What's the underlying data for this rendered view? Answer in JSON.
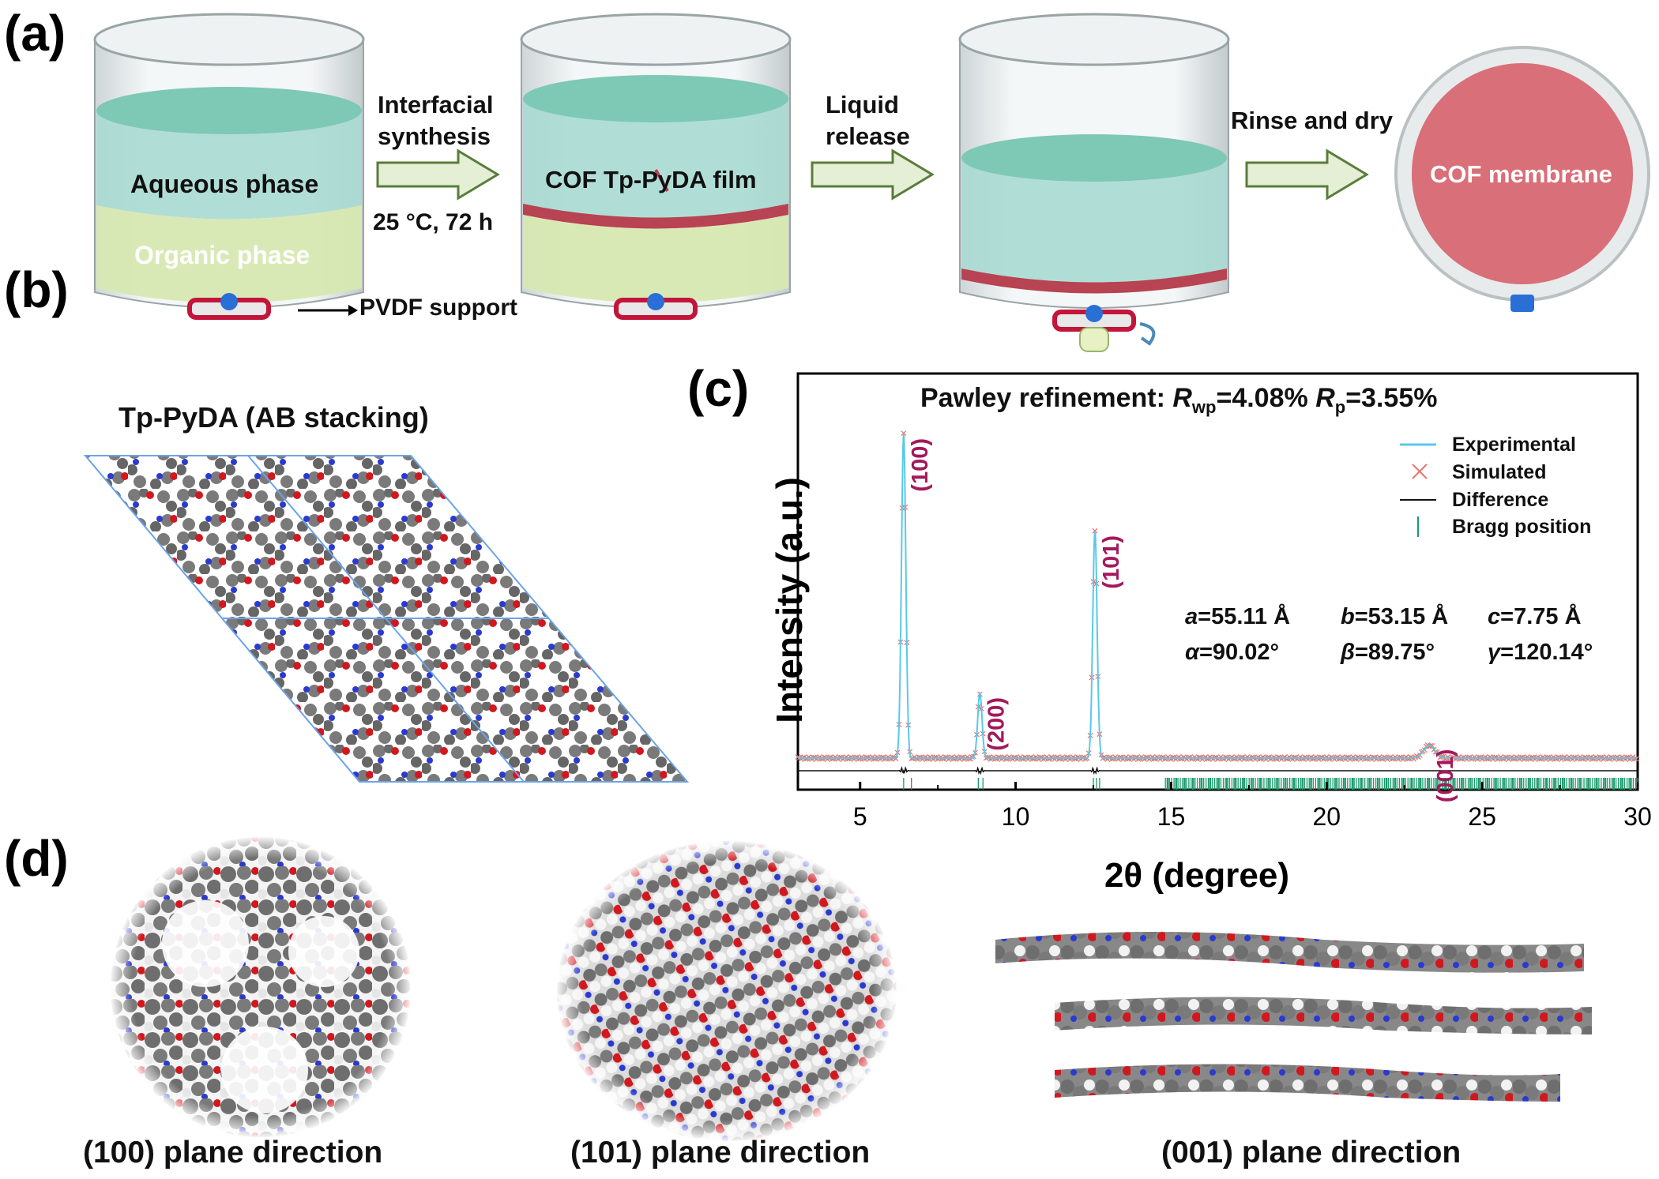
{
  "panels": {
    "a": "(a)",
    "b": "(b)",
    "c": "(c)",
    "d": "(d)"
  },
  "panel_a": {
    "aqueous": "Aqueous phase",
    "organic": "Organic phase",
    "step1_line1": "Interfacial",
    "step1_line2": "synthesis",
    "step1_cond": "25 °C, 72 h",
    "film": "COF Tp-PyDA film",
    "pvdf": "PVDF support",
    "step2_line1": "Liquid",
    "step2_line2": "release",
    "step3": "Rinse and dry",
    "membrane": "COF membrane"
  },
  "panel_b": {
    "title": "Tp-PyDA (AB stacking)"
  },
  "panel_c": {
    "title_prefix": "Pawley refinement: ",
    "rwp_label": "R",
    "rwp_sub": "wp",
    "rwp_val": "=4.08% ",
    "rp_label": "R",
    "rp_sub": "p",
    "rp_val": "=3.55%",
    "legend": [
      "Experimental",
      "Simulated",
      "Difference",
      "Bragg position"
    ],
    "params": {
      "a": "=55.11 Å",
      "b": "=53.15 Å",
      "c": "=7.75 Å",
      "alpha": "=90.02°",
      "beta": "=89.75°",
      "gamma": "=120.14°"
    }
  },
  "panel_d": {
    "cap1": "(100) plane direction",
    "cap2": "(101) plane direction",
    "cap3": "(001) plane direction"
  },
  "colors": {
    "experimental": "#5bc8e8",
    "simulated": "#e8746e",
    "difference": "#111111",
    "bragg": "#1a9a6a",
    "peak_label": "#a3195b",
    "arrow_fill": "#e4efd6",
    "arrow_stroke": "#5a7d3a"
  },
  "chart_data": {
    "type": "line",
    "xlabel": "2θ (degree)",
    "ylabel": "Intensity (a.u.)",
    "xlim": [
      3,
      30
    ],
    "xticks": [
      5,
      10,
      15,
      20,
      25,
      30
    ],
    "series": [
      {
        "name": "Experimental",
        "peaks": [
          [
            6.4,
            1.0
          ],
          [
            8.85,
            0.2
          ],
          [
            12.55,
            0.7
          ],
          [
            23.3,
            0.04
          ]
        ]
      },
      {
        "name": "Simulated",
        "peaks": [
          [
            6.4,
            1.0
          ],
          [
            8.85,
            0.2
          ],
          [
            12.55,
            0.7
          ],
          [
            23.3,
            0.04
          ]
        ]
      },
      {
        "name": "Difference"
      },
      {
        "name": "Bragg position",
        "positions": [
          6.4,
          6.65,
          8.8,
          8.95,
          12.5,
          12.6,
          12.7
        ]
      }
    ],
    "peak_labels": [
      {
        "hkl": "(100)",
        "x": 6.4
      },
      {
        "hkl": "(200)",
        "x": 8.85
      },
      {
        "hkl": "(101)",
        "x": 12.55
      },
      {
        "hkl": "(001)",
        "x": 23.3
      }
    ]
  }
}
